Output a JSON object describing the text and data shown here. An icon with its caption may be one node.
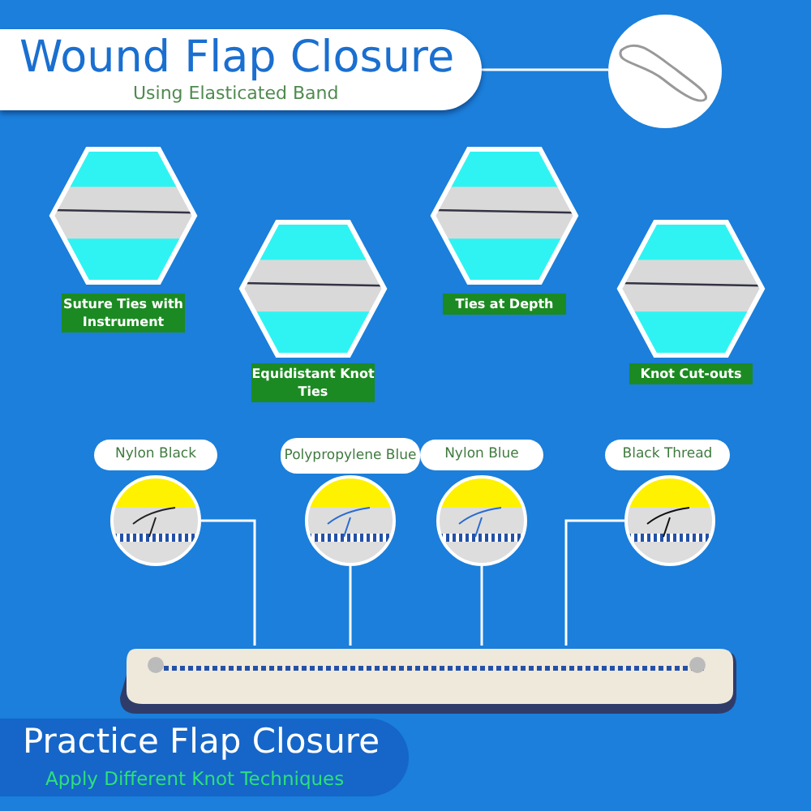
{
  "diagram": {
    "nodes": [
      {
        "text": [
          "Wound Flap Closure",
          "Using Elasticated Band"
        ]
      },
      {
        "text": [],
        "shape": "picture"
      },
      {
        "text": [
          "Suture Ties with Instrument"
        ]
      },
      {
        "text": [
          "Equidistant Knot Ties"
        ]
      },
      {
        "text": [
          "Ties at Depth"
        ]
      },
      {
        "text": [
          "Knot Cut-outs"
        ]
      },
      {
        "text": [
          "Nylon Black"
        ]
      },
      {
        "text": [
          "Polypropylene Blue"
        ]
      },
      {
        "text": [
          "Nylon Blue"
        ]
      },
      {
        "text": [
          "Black Thread"
        ]
      },
      {
        "text": [],
        "shape": "picture"
      },
      {
        "text": [],
        "shape": "picture"
      },
      {
        "text": [],
        "shape": "picture"
      },
      {
        "text": [],
        "shape": "picture"
      },
      {
        "text": [],
        "shape": "picture"
      },
      {
        "text": [
          "Practice Flap Closure",
          "Apply Different Knot Techniques"
        ]
      }
    ],
    "edges": [
      {
        "from": 0,
        "to": 1,
        "arrow": "none"
      },
      {
        "from": 10,
        "to": 14,
        "arrow": "none"
      },
      {
        "from": 11,
        "to": 14,
        "arrow": "none"
      },
      {
        "from": 12,
        "to": 14,
        "arrow": "none"
      },
      {
        "from": 13,
        "to": 14,
        "arrow": "none"
      }
    ]
  }
}
